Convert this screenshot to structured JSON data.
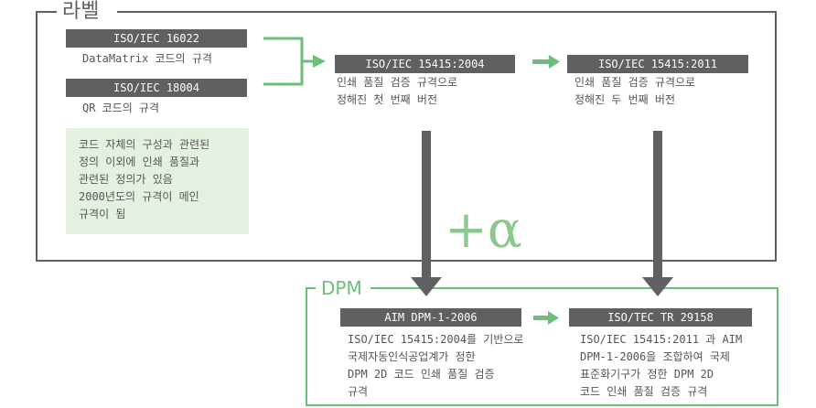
{
  "label_section": {
    "title": "라벨",
    "boxes": [
      {
        "header": "ISO/IEC 16022",
        "desc": "DataMatrix 코드의 규격"
      },
      {
        "header": "ISO/IEC 18004",
        "desc": "QR 코드의 규격"
      },
      {
        "header": "ISO/IEC 15415:2004",
        "desc": "인쇄 품질 검증 규격으로\n정해진 첫 번째 버전"
      },
      {
        "header": "ISO/IEC 15415:2011",
        "desc": "인쇄 품질 검증 규격으로\n정해진 두 번째 버전"
      }
    ],
    "note": "코드 자체의 구성과 관련된\n정의 이외에 인쇄 품질과\n관련된 정의가 있음\n2000년도의 규격이 메인\n규격이 됨"
  },
  "plus_alpha": "+α",
  "dpm_section": {
    "title": "DPM",
    "boxes": [
      {
        "header": "AIM DPM-1-2006",
        "desc": "ISO/IEC 15415:2004를 기반으로\n국제자동인식공업계가 정한\nDPM 2D 코드 인쇄 품질 검증\n규격"
      },
      {
        "header": "ISO/TEC TR 29158",
        "desc": "ISO/IEC 15415:2011 과 AIM\nDPM-1-2006을 조합하여 국제\n표준화기구가 정한 DPM 2D\n코드 인쇄 품질 검증 규격"
      }
    ]
  },
  "colors": {
    "frame_gray": "#5f6062",
    "green": "#6cbf7a",
    "note_bg": "#e3f1df"
  }
}
